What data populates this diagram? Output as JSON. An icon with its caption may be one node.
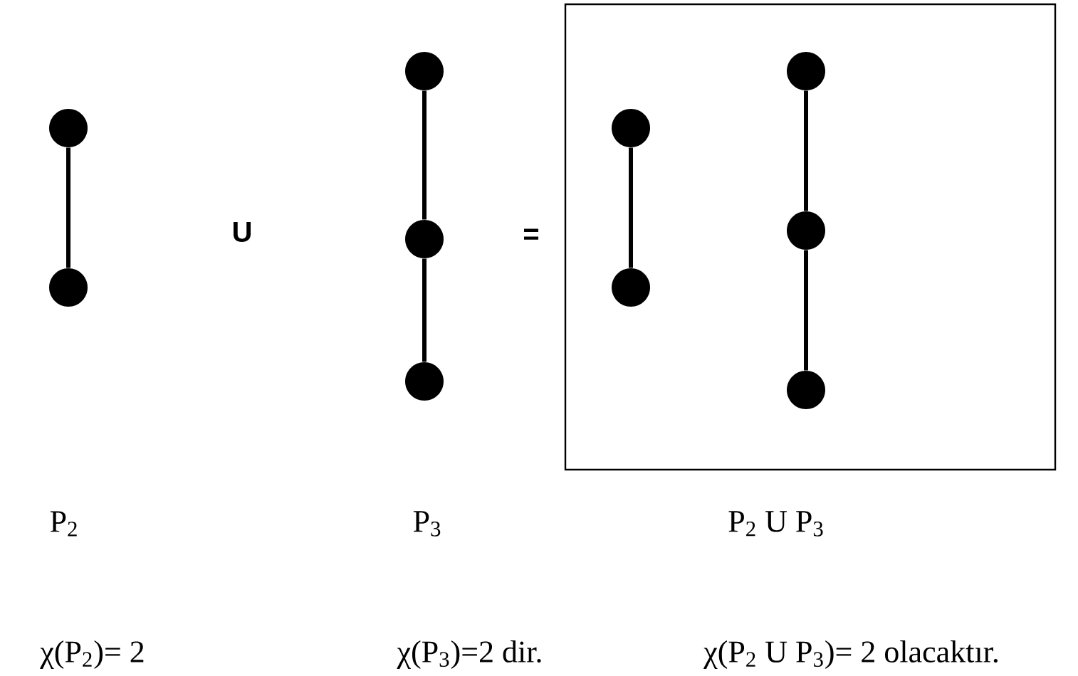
{
  "diagram": {
    "nodes": [
      {
        "text": [],
        "shape": "circle"
      },
      {
        "text": [],
        "shape": "circle"
      },
      {
        "text": [],
        "shape": "circle"
      },
      {
        "text": [],
        "shape": "circle"
      },
      {
        "text": [],
        "shape": "circle"
      },
      {
        "text": [],
        "shape": "box"
      },
      {
        "text": [],
        "shape": "circle",
        "in": 5
      },
      {
        "text": [],
        "shape": "circle",
        "in": 5
      },
      {
        "text": [],
        "shape": "circle",
        "in": 5
      },
      {
        "text": [],
        "shape": "circle",
        "in": 5
      },
      {
        "text": [],
        "shape": "circle",
        "in": 5
      }
    ],
    "edges": [
      {
        "from": 0,
        "to": 1,
        "arrow": "none"
      },
      {
        "from": 2,
        "to": 3,
        "arrow": "none"
      },
      {
        "from": 3,
        "to": 4,
        "arrow": "none"
      },
      {
        "from": 6,
        "to": 7,
        "arrow": "none"
      },
      {
        "from": 8,
        "to": 9,
        "arrow": "none"
      },
      {
        "from": 9,
        "to": 10,
        "arrow": "none"
      }
    ],
    "labels": [
      "U",
      "=",
      "P$_{2}$",
      "P$_{3}$",
      "P$_{2}$ U P$_{3}$",
      "χ(P$_{2}$)= 2",
      "χ(P$_{3}$)=2 dir.",
      "χ(P$_{2}$ U P$_{3}$)= 2 olacaktır."
    ]
  }
}
